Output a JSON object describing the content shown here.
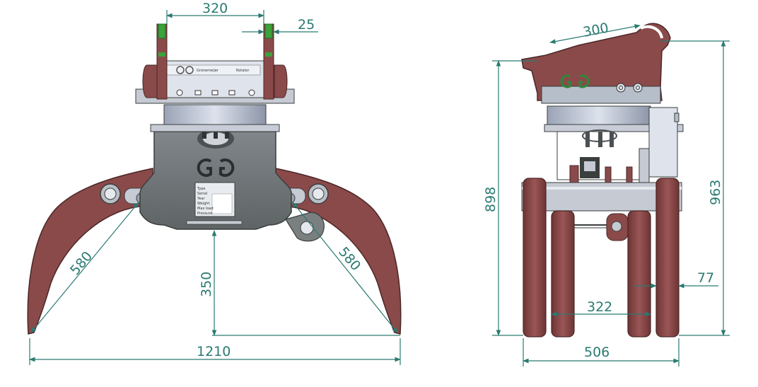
{
  "colors": {
    "dimension": "#2a7a72",
    "tine": "#8a4a4a",
    "tine_edge": "#4a2626",
    "body": "#6e7472",
    "body_edge": "#3a3e3d",
    "rotator": "#c4cbd8",
    "frame_light": "#dfe4ec",
    "logo": "#2a8a3a",
    "green": "#3aa33a"
  },
  "front_view": {
    "dim_top_width": "320",
    "dim_top_offset": "25",
    "dim_left_tine": "580",
    "dim_right_tine": "580",
    "dim_height": "350",
    "dim_total_width": "1210",
    "brand_label": "Gronemeijer",
    "brand_sublabel": "Rotator",
    "plate_lines": [
      "Type",
      "Serial",
      "Year",
      "Weight",
      "Max load",
      "Pressure"
    ]
  },
  "side_view": {
    "dim_top": "300",
    "dim_height_left": "898",
    "dim_height_right": "963",
    "dim_tine_thickness": "77",
    "dim_inner_width": "322",
    "dim_outer_width": "506"
  }
}
